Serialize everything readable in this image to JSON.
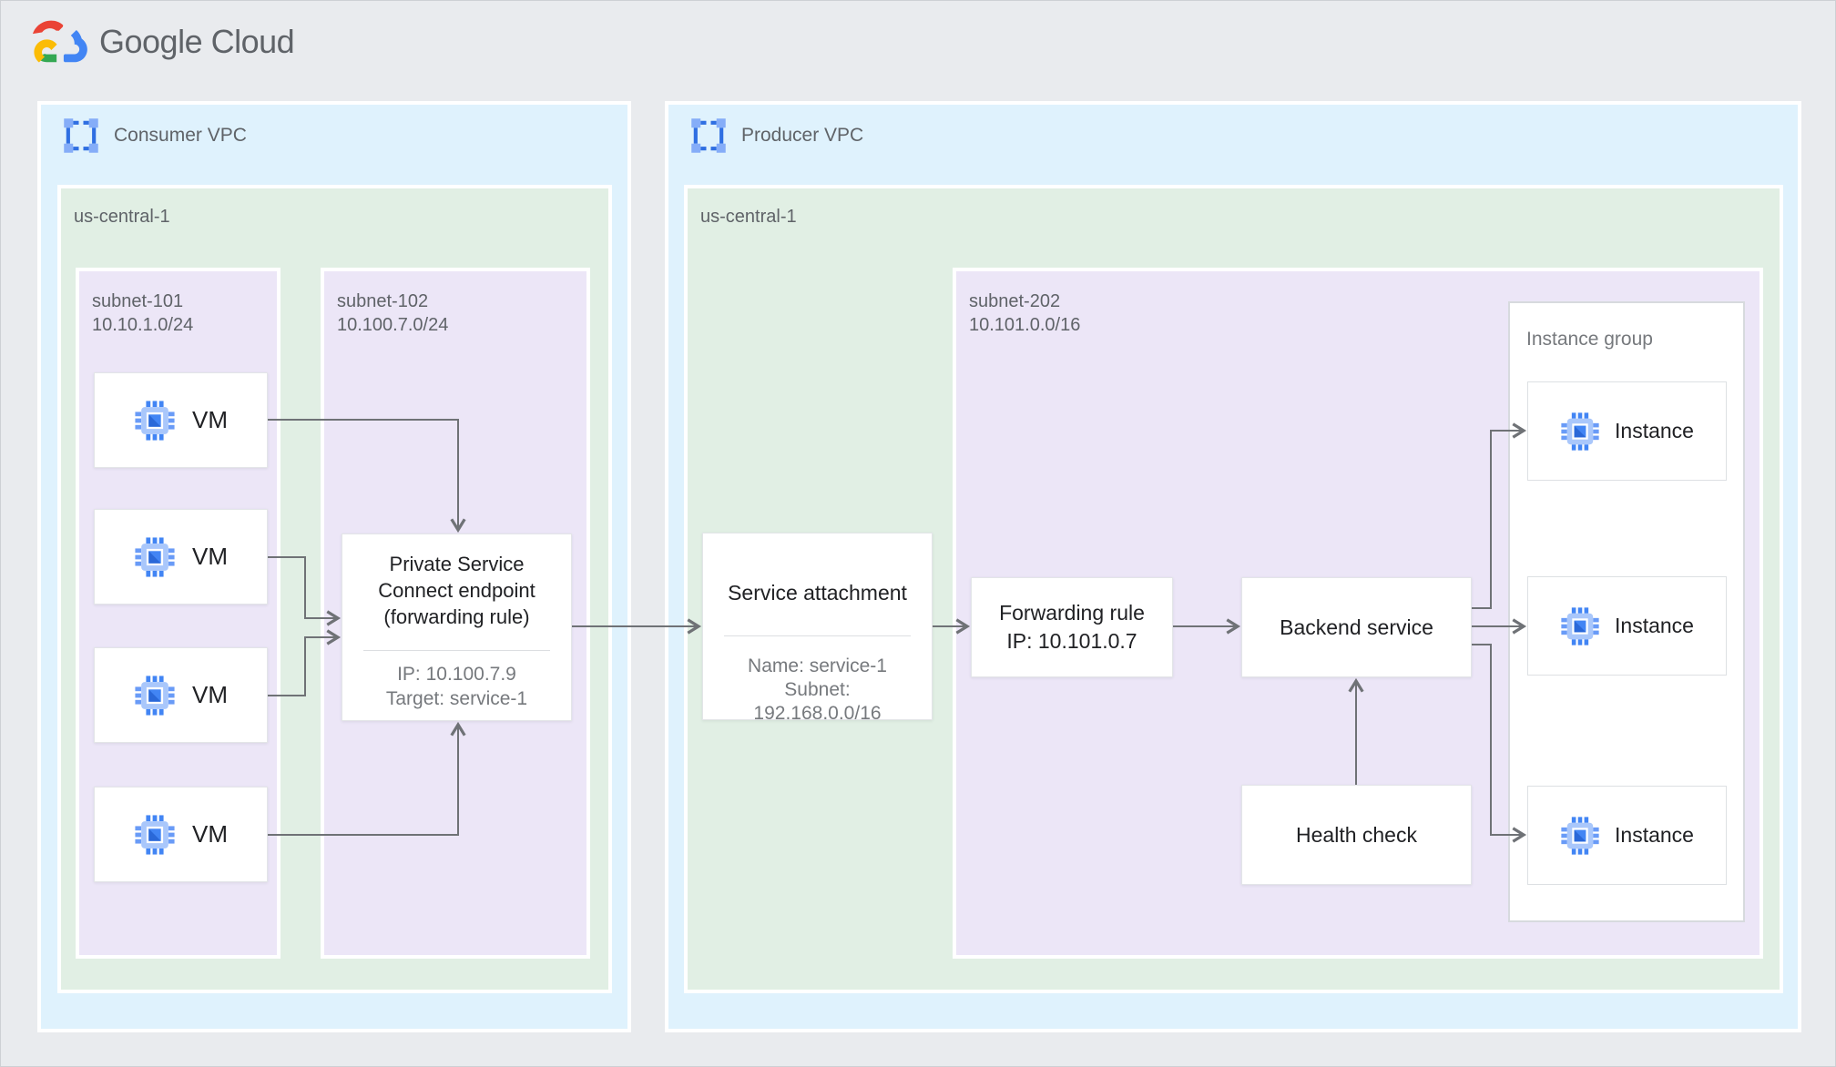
{
  "logo": {
    "text": "Google Cloud",
    "icon": "google-cloud-logo-icon"
  },
  "consumer_vpc": {
    "title": "Consumer VPC",
    "region_name": "us-central-1",
    "subnet101": {
      "name": "subnet-101",
      "cidr": "10.10.1.0/24",
      "vms": [
        "VM",
        "VM",
        "VM",
        "VM"
      ]
    },
    "subnet102": {
      "name": "subnet-102",
      "cidr": "10.100.7.0/24"
    },
    "psc_endpoint": {
      "title_lines": [
        "Private Service",
        "Connect endpoint",
        "(forwarding rule)"
      ],
      "details": [
        "IP: 10.100.7.9",
        "Target: service-1"
      ]
    }
  },
  "producer_vpc": {
    "title": "Producer VPC",
    "region_name": "us-central-1",
    "service_attachment": {
      "title": "Service attachment",
      "details": [
        "Name: service-1",
        "Subnet:",
        "192.168.0.0/16"
      ]
    },
    "subnet202": {
      "name": "subnet-202",
      "cidr": "10.101.0.0/16"
    },
    "forwarding_rule": {
      "lines": [
        "Forwarding rule",
        "IP: 10.101.0.7"
      ]
    },
    "backend_service": {
      "label": "Backend service"
    },
    "health_check": {
      "label": "Health check"
    },
    "instance_group": {
      "title": "Instance group",
      "instances": [
        "Instance",
        "Instance",
        "Instance"
      ]
    }
  },
  "icons": {
    "vpc": "vpc-network-icon",
    "vm": "compute-engine-chip-icon",
    "logo": "google-cloud-logo"
  },
  "colors": {
    "page_bg": "#E9EBEE",
    "vpc_bg": "#DFF2FD",
    "region_bg": "#E1EFE4",
    "subnet_bg": "#ECE6F7",
    "node_border": "#E3E5E8",
    "node_title": "#202124",
    "label_gray": "#5F6368",
    "detail_gray": "#76797D",
    "arrow": "#6F7276",
    "divider": "#DCDEE1",
    "group_border": "#D7DADE",
    "icon_light_blue": "#A9C7FB",
    "icon_blue": "#4285F4",
    "icon_mid_blue": "#699BF7",
    "icon_dark_blue": "#2A68D8",
    "vpc_icon_edge": "#2F6FE2",
    "vpc_icon_corner": "#85ADF8",
    "logo_red": "#EA4335",
    "logo_blue": "#4285F4",
    "logo_green": "#34A853",
    "logo_yellow": "#FBBC05"
  }
}
